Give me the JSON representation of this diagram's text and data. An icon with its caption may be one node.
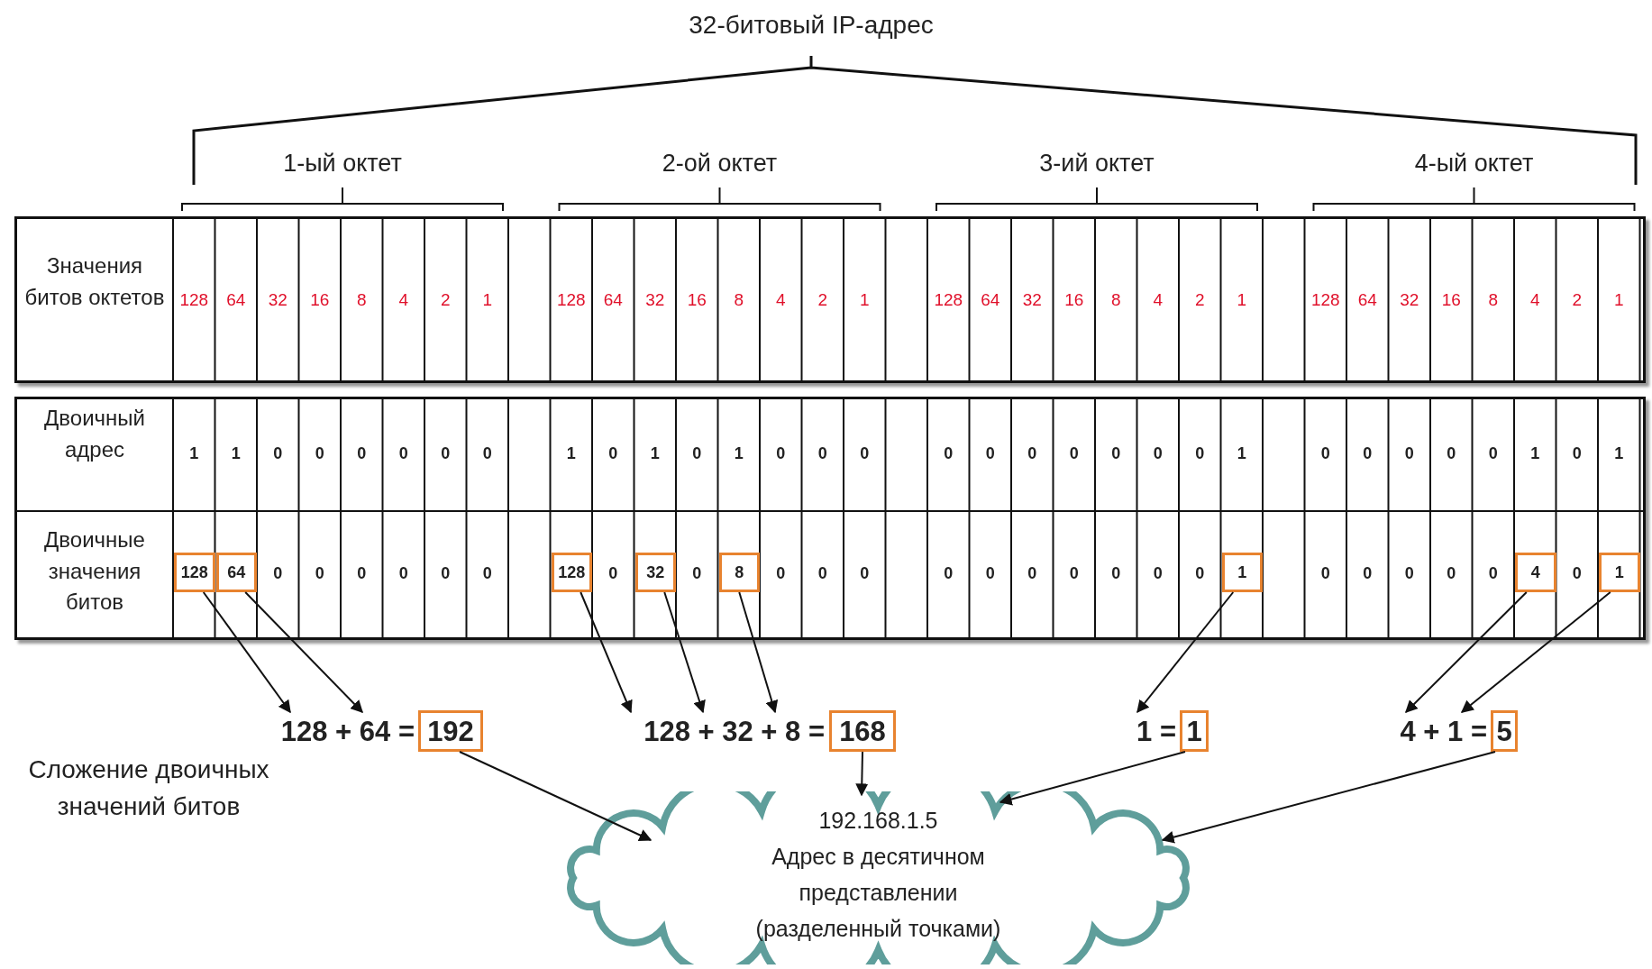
{
  "diagram": {
    "title": "32-битовый IP-адрес",
    "nodes": [
      {
        "text": [
          "128"
        ]
      },
      {
        "text": [
          "64"
        ]
      },
      {
        "text": [
          "128"
        ]
      },
      {
        "text": [
          "32"
        ]
      },
      {
        "text": [
          "8"
        ]
      },
      {
        "text": [
          "1"
        ]
      },
      {
        "text": [
          "4"
        ]
      },
      {
        "text": [
          "1"
        ]
      },
      {
        "text": [
          "128 + 64 ="
        ]
      },
      {
        "text": [
          "128 + 32 + 8 ="
        ]
      },
      {
        "text": [
          "1 ="
        ]
      },
      {
        "text": [
          "4 + 1 ="
        ]
      },
      {
        "text": [
          "192"
        ]
      },
      {
        "text": [
          "168"
        ]
      },
      {
        "text": [
          "1"
        ]
      },
      {
        "text": [
          "5"
        ]
      },
      {
        "text": [
          "192.168.1.5",
          "Адрес в десятичном представлении (разделенный точками)"
        ]
      }
    ],
    "edges": [
      {
        "from": 0,
        "to": 8,
        "arrow": "to"
      },
      {
        "from": 1,
        "to": 8,
        "arrow": "to"
      },
      {
        "from": 2,
        "to": 9,
        "arrow": "to"
      },
      {
        "from": 3,
        "to": 9,
        "arrow": "to"
      },
      {
        "from": 4,
        "to": 9,
        "arrow": "to"
      },
      {
        "from": 5,
        "to": 10,
        "arrow": "to"
      },
      {
        "from": 6,
        "to": 11,
        "arrow": "to"
      },
      {
        "from": 7,
        "to": 11,
        "arrow": "to"
      },
      {
        "from": 12,
        "to": 16,
        "arrow": "to"
      },
      {
        "from": 13,
        "to": 16,
        "arrow": "to"
      },
      {
        "from": 14,
        "to": 16,
        "arrow": "to"
      },
      {
        "from": 15,
        "to": 16,
        "arrow": "to"
      }
    ],
    "labels": [
      "1-ый октет",
      "2-ой октет",
      "3-ий октет",
      "4-ый октет",
      "Значения битов октетов",
      "128",
      "64",
      "32",
      "16",
      "8",
      "4",
      "2",
      "1",
      "128",
      "64",
      "32",
      "16",
      "8",
      "4",
      "2",
      "1",
      "128",
      "64",
      "32",
      "16",
      "8",
      "4",
      "2",
      "1",
      "128",
      "64",
      "32",
      "16",
      "8",
      "4",
      "2",
      "1",
      "Двоичный адрес",
      "1",
      "1",
      "0",
      "0",
      "0",
      "0",
      "0",
      "0",
      "1",
      "0",
      "1",
      "0",
      "1",
      "0",
      "0",
      "0",
      "0",
      "0",
      "0",
      "0",
      "0",
      "0",
      "0",
      "1",
      "0",
      "0",
      "0",
      "0",
      "0",
      "1",
      "0",
      "1",
      "Двоичные значения битов",
      "0",
      "0",
      "0",
      "0",
      "0",
      "0",
      "0",
      "0",
      "0",
      "0",
      "0",
      "0",
      "0",
      "0",
      "0",
      "0",
      "0",
      "0",
      "0",
      "0",
      "0",
      "0",
      "0",
      "0",
      "Сложение двоичных значений битов"
    ]
  }
}
